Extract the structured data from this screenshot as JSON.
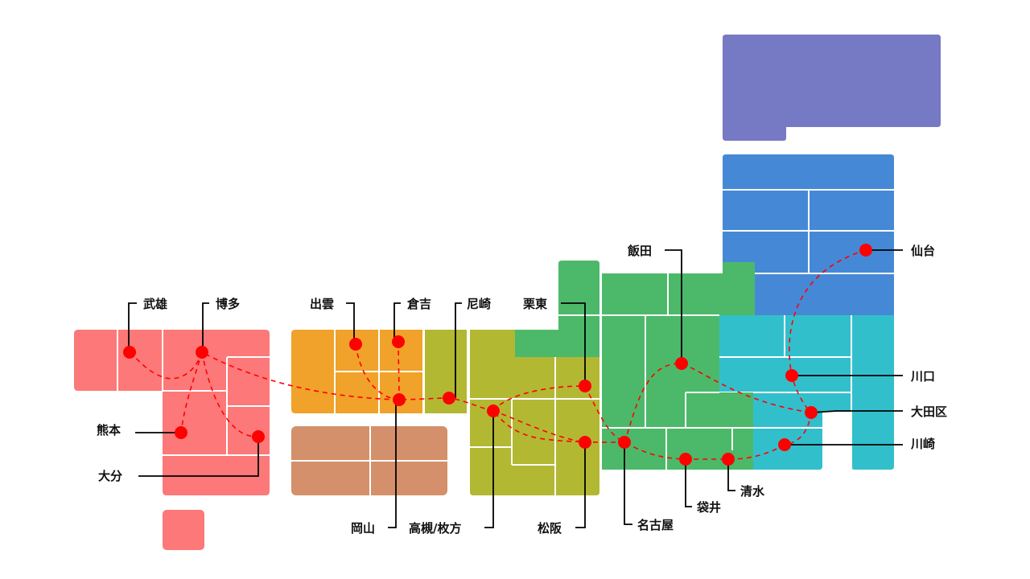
{
  "map": {
    "region_colors": {
      "hokkaido": "#7679c4",
      "tohoku": "#4589d6",
      "kanto": "#32bfcc",
      "chubu": "#4cb96a",
      "kansai": "#b2b832",
      "chugoku": "#f0a22a",
      "shikoku": "#d4906a",
      "kyushu": "#fd7878"
    },
    "route_color": "#ff0000",
    "stations": {
      "sendai": "仙台",
      "kawaguchi": "川口",
      "ota": "大田区",
      "kawasaki": "川崎",
      "shimizu": "清水",
      "fukuroi": "袋井",
      "nagoya": "名古屋",
      "matsusaka": "松阪",
      "takatsuki": "高槻/枚方",
      "okayama": "岡山",
      "iida": "飯田",
      "ritto": "栗東",
      "amagasaki": "尼崎",
      "kurayoshi": "倉吉",
      "izumo": "出雲",
      "hakata": "博多",
      "takeo": "武雄",
      "kumamoto": "熊本",
      "oita": "大分"
    }
  }
}
